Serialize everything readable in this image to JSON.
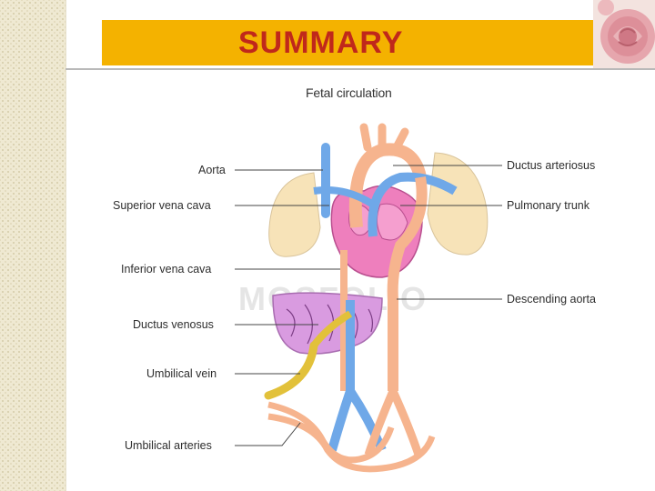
{
  "slide": {
    "title": "SUMMARY",
    "colors": {
      "title_bar": "#f4b200",
      "title_text": "#c0281b"
    }
  },
  "diagram": {
    "title": "Fetal circulation",
    "watermark": "MOSFOLIO",
    "labels_left": {
      "aorta": "Aorta",
      "superior_vena_cava": "Superior vena cava",
      "inferior_vena_cava": "Inferior vena cava",
      "ductus_venosus": "Ductus venosus",
      "umbilical_vein": "Umbilical vein",
      "umbilical_arteries": "Umbilical arteries"
    },
    "labels_right": {
      "ductus_arteriosus": "Ductus arteriosus",
      "pulmonary_trunk": "Pulmonary trunk",
      "descending_aorta": "Descending aorta"
    },
    "colors": {
      "arterial": "#f6b48e",
      "venous": "#6fa8e8",
      "heart": "#ee7fbd",
      "liver": "#d99be0",
      "lung": "#f7e3b8",
      "umbilical_vein": "#e2c13a"
    }
  }
}
